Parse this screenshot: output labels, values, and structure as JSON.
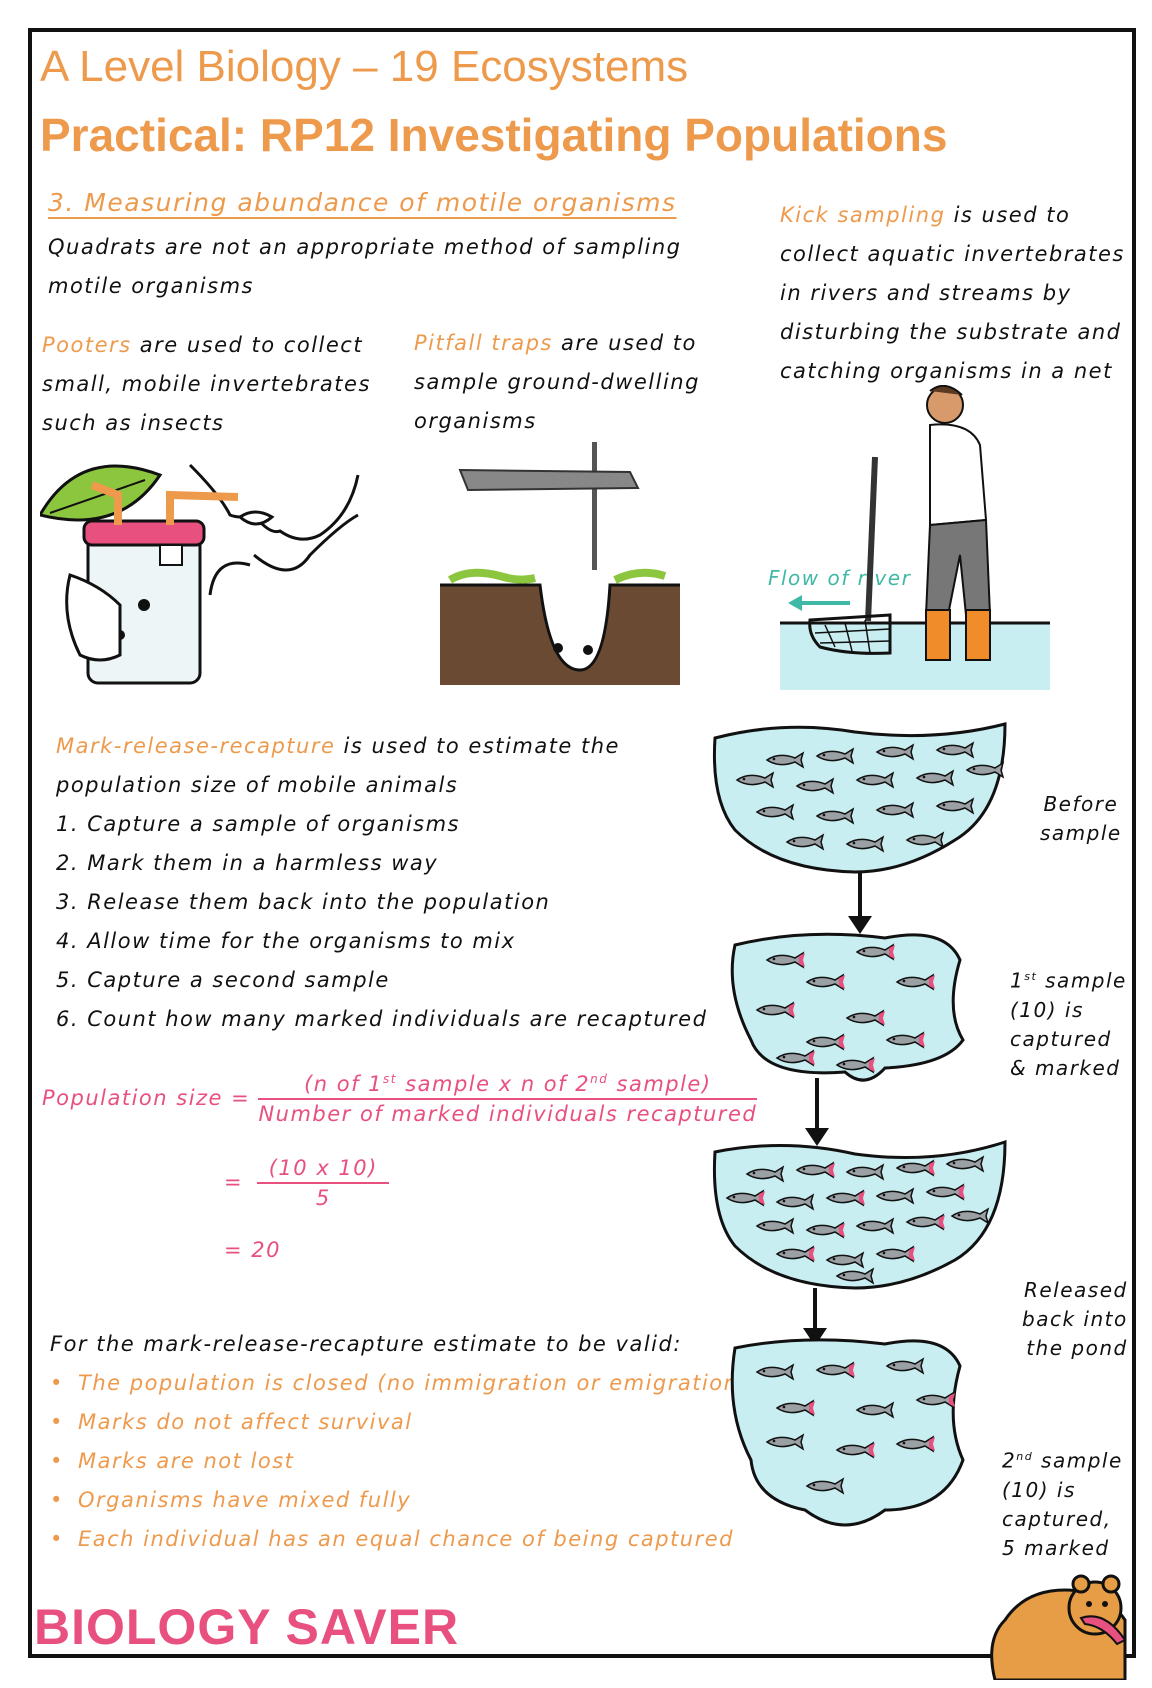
{
  "title_line1": "A Level Biology – 19 Ecosystems",
  "title_line2": "Practical: RP12 Investigating Populations",
  "section_heading": "3. Measuring abundance of motile organisms",
  "intro_text": [
    "Quadrats are not an appropriate method of sampling",
    "motile organisms"
  ],
  "kick": {
    "term": "Kick sampling",
    "rest_first": " is used to",
    "lines": [
      "collect aquatic invertebrates",
      "in rivers and streams by",
      "disturbing the substrate and",
      "catching organisms in a net"
    ],
    "flow_label": "Flow of river"
  },
  "pooters": {
    "term": "Pooters",
    "rest_first": " are used to collect",
    "lines": [
      "small, mobile invertebrates",
      "such as insects"
    ]
  },
  "pitfall": {
    "term": "Pitfall traps",
    "rest_first": " are used to",
    "lines": [
      "sample ground-dwelling",
      "organisms"
    ]
  },
  "mrr": {
    "term": "Mark-release-recapture",
    "rest_first": " is used to estimate the",
    "line2": "population size of mobile animals",
    "steps": [
      "1. Capture a sample of organisms",
      "2. Mark them in a harmless way",
      "3. Release them back into the population",
      "4. Allow time for the organisms to mix",
      "5. Capture a second sample",
      "6. Count how many marked individuals are recaptured"
    ]
  },
  "formula": {
    "label": "Population size =",
    "numerator": "(n of 1st sample x n of 2nd sample)",
    "numerator_a": "(n of 1",
    "sup1": "st",
    "numerator_b": " sample x n of 2",
    "sup2": "nd",
    "numerator_c": " sample)",
    "denominator": "Number of marked individuals recaptured",
    "eq2_sign": "=",
    "eq2_num": "(10 x 10)",
    "eq2_den": "5",
    "eq3": "= 20"
  },
  "validity": {
    "heading": "For the mark-release-recapture estimate to be valid:",
    "bullets": [
      "The population is closed (no immigration or emigration)",
      "Marks do not affect survival",
      "Marks are not lost",
      "Organisms have mixed fully",
      "Each individual has an equal chance of being captured"
    ]
  },
  "diagram_labels": {
    "before": [
      "Before",
      "sample"
    ],
    "first": [
      "1st sample",
      "(10) is",
      "captured",
      "& marked"
    ],
    "first_sup": "st",
    "released": [
      "Released",
      "back into",
      "the pond"
    ],
    "second": [
      "2nd sample",
      "(10) is",
      "captured,",
      "5 marked"
    ],
    "second_sup": "nd"
  },
  "logo_text": "BIOLOGY SAVER",
  "colors": {
    "orange": "#ee9a4d",
    "pink": "#e8507f",
    "teal": "#3fb9a6",
    "water": "#c8eef1"
  }
}
